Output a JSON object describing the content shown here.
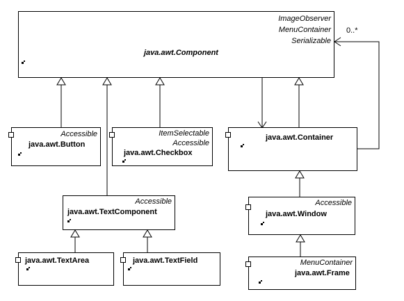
{
  "classes": {
    "component": {
      "name": "java.awt.Component",
      "interfaces": [
        "ImageObserver",
        "MenuContainer",
        "Serializable"
      ]
    },
    "button": {
      "name": "java.awt.Button",
      "interfaces": [
        "Accessible"
      ]
    },
    "checkbox": {
      "name": "java.awt.Checkbox",
      "interfaces": [
        "ItemSelectable",
        "Accessible"
      ]
    },
    "container": {
      "name": "java.awt.Container",
      "interfaces": []
    },
    "text_component": {
      "name": "java.awt.TextComponent",
      "interfaces": [
        "Accessible"
      ]
    },
    "window": {
      "name": "java.awt.Window",
      "interfaces": [
        "Accessible"
      ]
    },
    "text_area": {
      "name": "java.awt.TextArea",
      "interfaces": []
    },
    "text_field": {
      "name": "java.awt.TextField",
      "interfaces": []
    },
    "frame": {
      "name": "java.awt.Frame",
      "interfaces": [
        "MenuContainer"
      ]
    }
  },
  "associations": {
    "container_component_multiplicity": "0..*"
  }
}
